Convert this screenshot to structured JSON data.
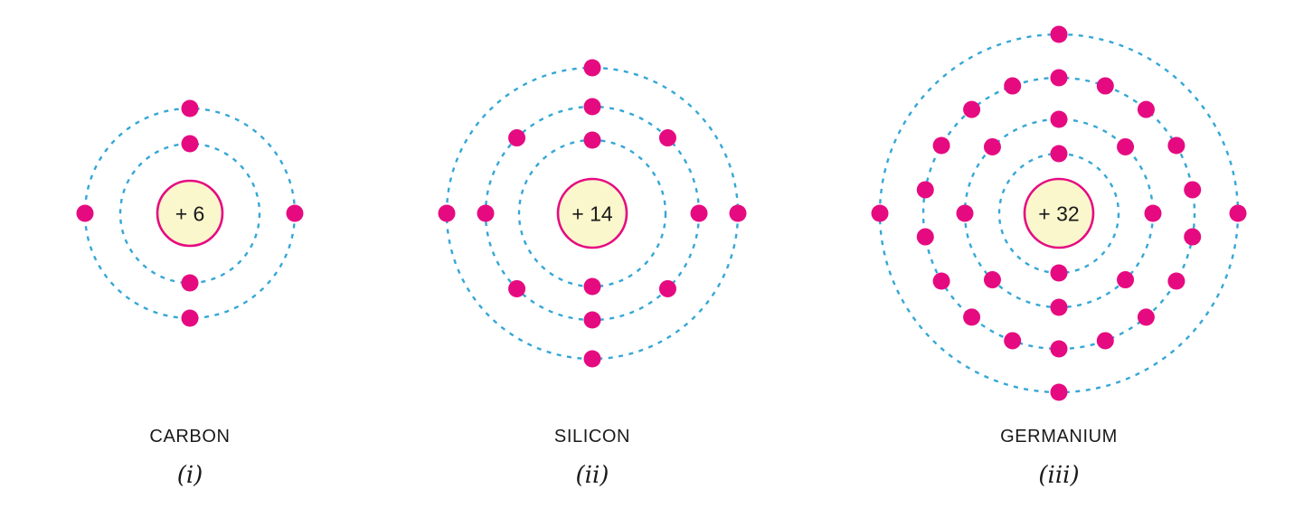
{
  "figure": {
    "colors": {
      "electron": "#e60a81",
      "shell": "#35a7d6",
      "nucleus_fill": "#fbf7cc",
      "nucleus_border": "#e60a81",
      "text": "#1a1a1a"
    },
    "atoms": [
      {
        "name": "CARBON",
        "numeral": "(i)",
        "nucleus_label": "+ 6",
        "nucleus_radius": 36,
        "electrons_per_shell": [
          2,
          4
        ],
        "total_electrons": 6,
        "shells": [
          {
            "radius": 77,
            "angles": [
              90,
              270
            ]
          },
          {
            "radius": 116,
            "angles": [
              90,
              180,
              270,
              0
            ]
          }
        ]
      },
      {
        "name": "SILICON",
        "numeral": "(ii)",
        "nucleus_label": "+ 14",
        "nucleus_radius": 38,
        "electrons_per_shell": [
          2,
          8,
          4
        ],
        "total_electrons": 14,
        "shells": [
          {
            "radius": 81,
            "angles": [
              90,
              270
            ]
          },
          {
            "radius": 118,
            "angles": [
              90,
              135,
              180,
              225,
              270,
              315,
              0,
              45
            ]
          },
          {
            "radius": 161,
            "angles": [
              90,
              180,
              270,
              0
            ]
          }
        ]
      },
      {
        "name": "GERMANIUM",
        "numeral": "(iii)",
        "nucleus_label": "+ 32",
        "nucleus_radius": 38,
        "electrons_per_shell": [
          2,
          8,
          18,
          4
        ],
        "total_electrons": 32,
        "shells": [
          {
            "radius": 66,
            "angles": [
              90,
              270
            ]
          },
          {
            "radius": 104,
            "angles": [
              90,
              135,
              180,
              225,
              270,
              315,
              0,
              45
            ]
          },
          {
            "radius": 150,
            "angles": [
              90,
              110,
              130,
              150,
              170,
              190,
              210,
              230,
              250,
              270,
              290,
              310,
              330,
              350,
              10,
              30,
              50,
              70
            ]
          },
          {
            "radius": 198,
            "angles": [
              90,
              180,
              270,
              0
            ]
          }
        ]
      }
    ]
  }
}
